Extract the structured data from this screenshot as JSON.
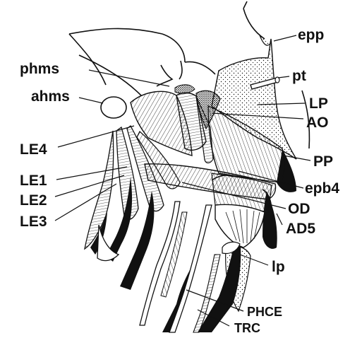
{
  "labels": {
    "epp": "epp",
    "phms": "phms",
    "pt": "pt",
    "ahms": "ahms",
    "LP": "LP",
    "AO": "AO",
    "LE4": "LE4",
    "PP": "PP",
    "LE1": "LE1",
    "epb4": "epb4",
    "LE2": "LE2",
    "OD": "OD",
    "LE3": "LE3",
    "AD5": "AD5",
    "lp": "lp",
    "PHCE": "PHCE",
    "TRC": "TRC"
  },
  "colors": {
    "ink": "#111111",
    "paper": "#ffffff"
  }
}
